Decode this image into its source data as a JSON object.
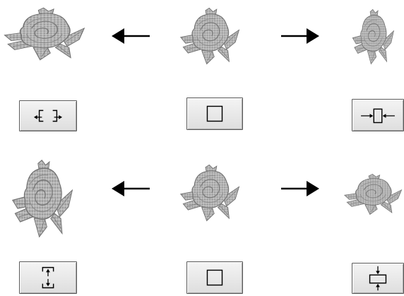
{
  "design": {
    "motif": "rose-embroidery",
    "thread_color": "#a8a8a8",
    "outline_color": "#6e6e6e"
  },
  "rows": [
    {
      "id": "width",
      "left_result": "wider",
      "right_result": "narrower",
      "buttons": {
        "left": "expand-width-icon",
        "center": "original-size-icon",
        "right": "reduce-width-icon"
      }
    },
    {
      "id": "height",
      "left_result": "taller",
      "right_result": "shorter",
      "buttons": {
        "left": "expand-height-icon",
        "center": "original-size-icon",
        "right": "reduce-height-icon"
      }
    }
  ],
  "arrows": {
    "left": "arrow-left-icon",
    "right": "arrow-right-icon"
  }
}
